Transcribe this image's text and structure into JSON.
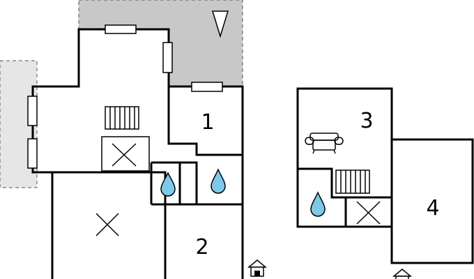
{
  "rooms": {
    "r1": "1",
    "r2": "2",
    "r3": "3",
    "r4": "4"
  },
  "icons": {
    "north_arrow": "north-arrow-icon",
    "bathroom": "water-drop-icon",
    "stairs": "stairs-icon",
    "void": "cross-void-icon",
    "sofa": "sofa-icon",
    "entrance": "house-entrance-icon"
  },
  "colors": {
    "wall": "#000000",
    "terrace_dark": "#c8c8c8",
    "terrace_light": "#e6e6e6",
    "water": "#7cc9ea"
  }
}
